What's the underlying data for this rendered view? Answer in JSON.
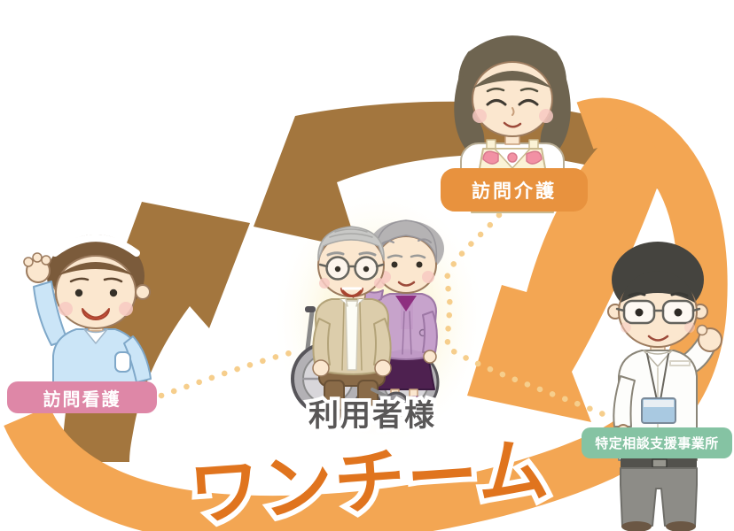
{
  "diagram": {
    "title_slogan": {
      "text": "ワンチーム",
      "color": "#E0741E"
    },
    "center_label": {
      "text": "利用者様",
      "color": "#595757"
    },
    "labels": {
      "top": {
        "text": "訪問介護",
        "color": "#E8923E"
      },
      "left": {
        "text": "訪問看護",
        "color": "#DE87A7"
      },
      "right": {
        "text": "特定相談支援事業所",
        "color": "#85C3A3"
      }
    },
    "figures": [
      {
        "name": "home-care-worker-figure",
        "role_label": "訪問介護"
      },
      {
        "name": "visiting-nurse-figure",
        "role_label": "訪問看護"
      },
      {
        "name": "consultation-office-staff-figure",
        "role_label": "特定相談支援事業所"
      },
      {
        "name": "elderly-couple-wheelchair-figure",
        "role_label": "利用者様"
      }
    ],
    "colors": {
      "brown_arrow": "#A3763E",
      "orange_band": "#F3A653",
      "dotted_line": "#F6CE8C",
      "glow": "#FBF1BE"
    }
  }
}
